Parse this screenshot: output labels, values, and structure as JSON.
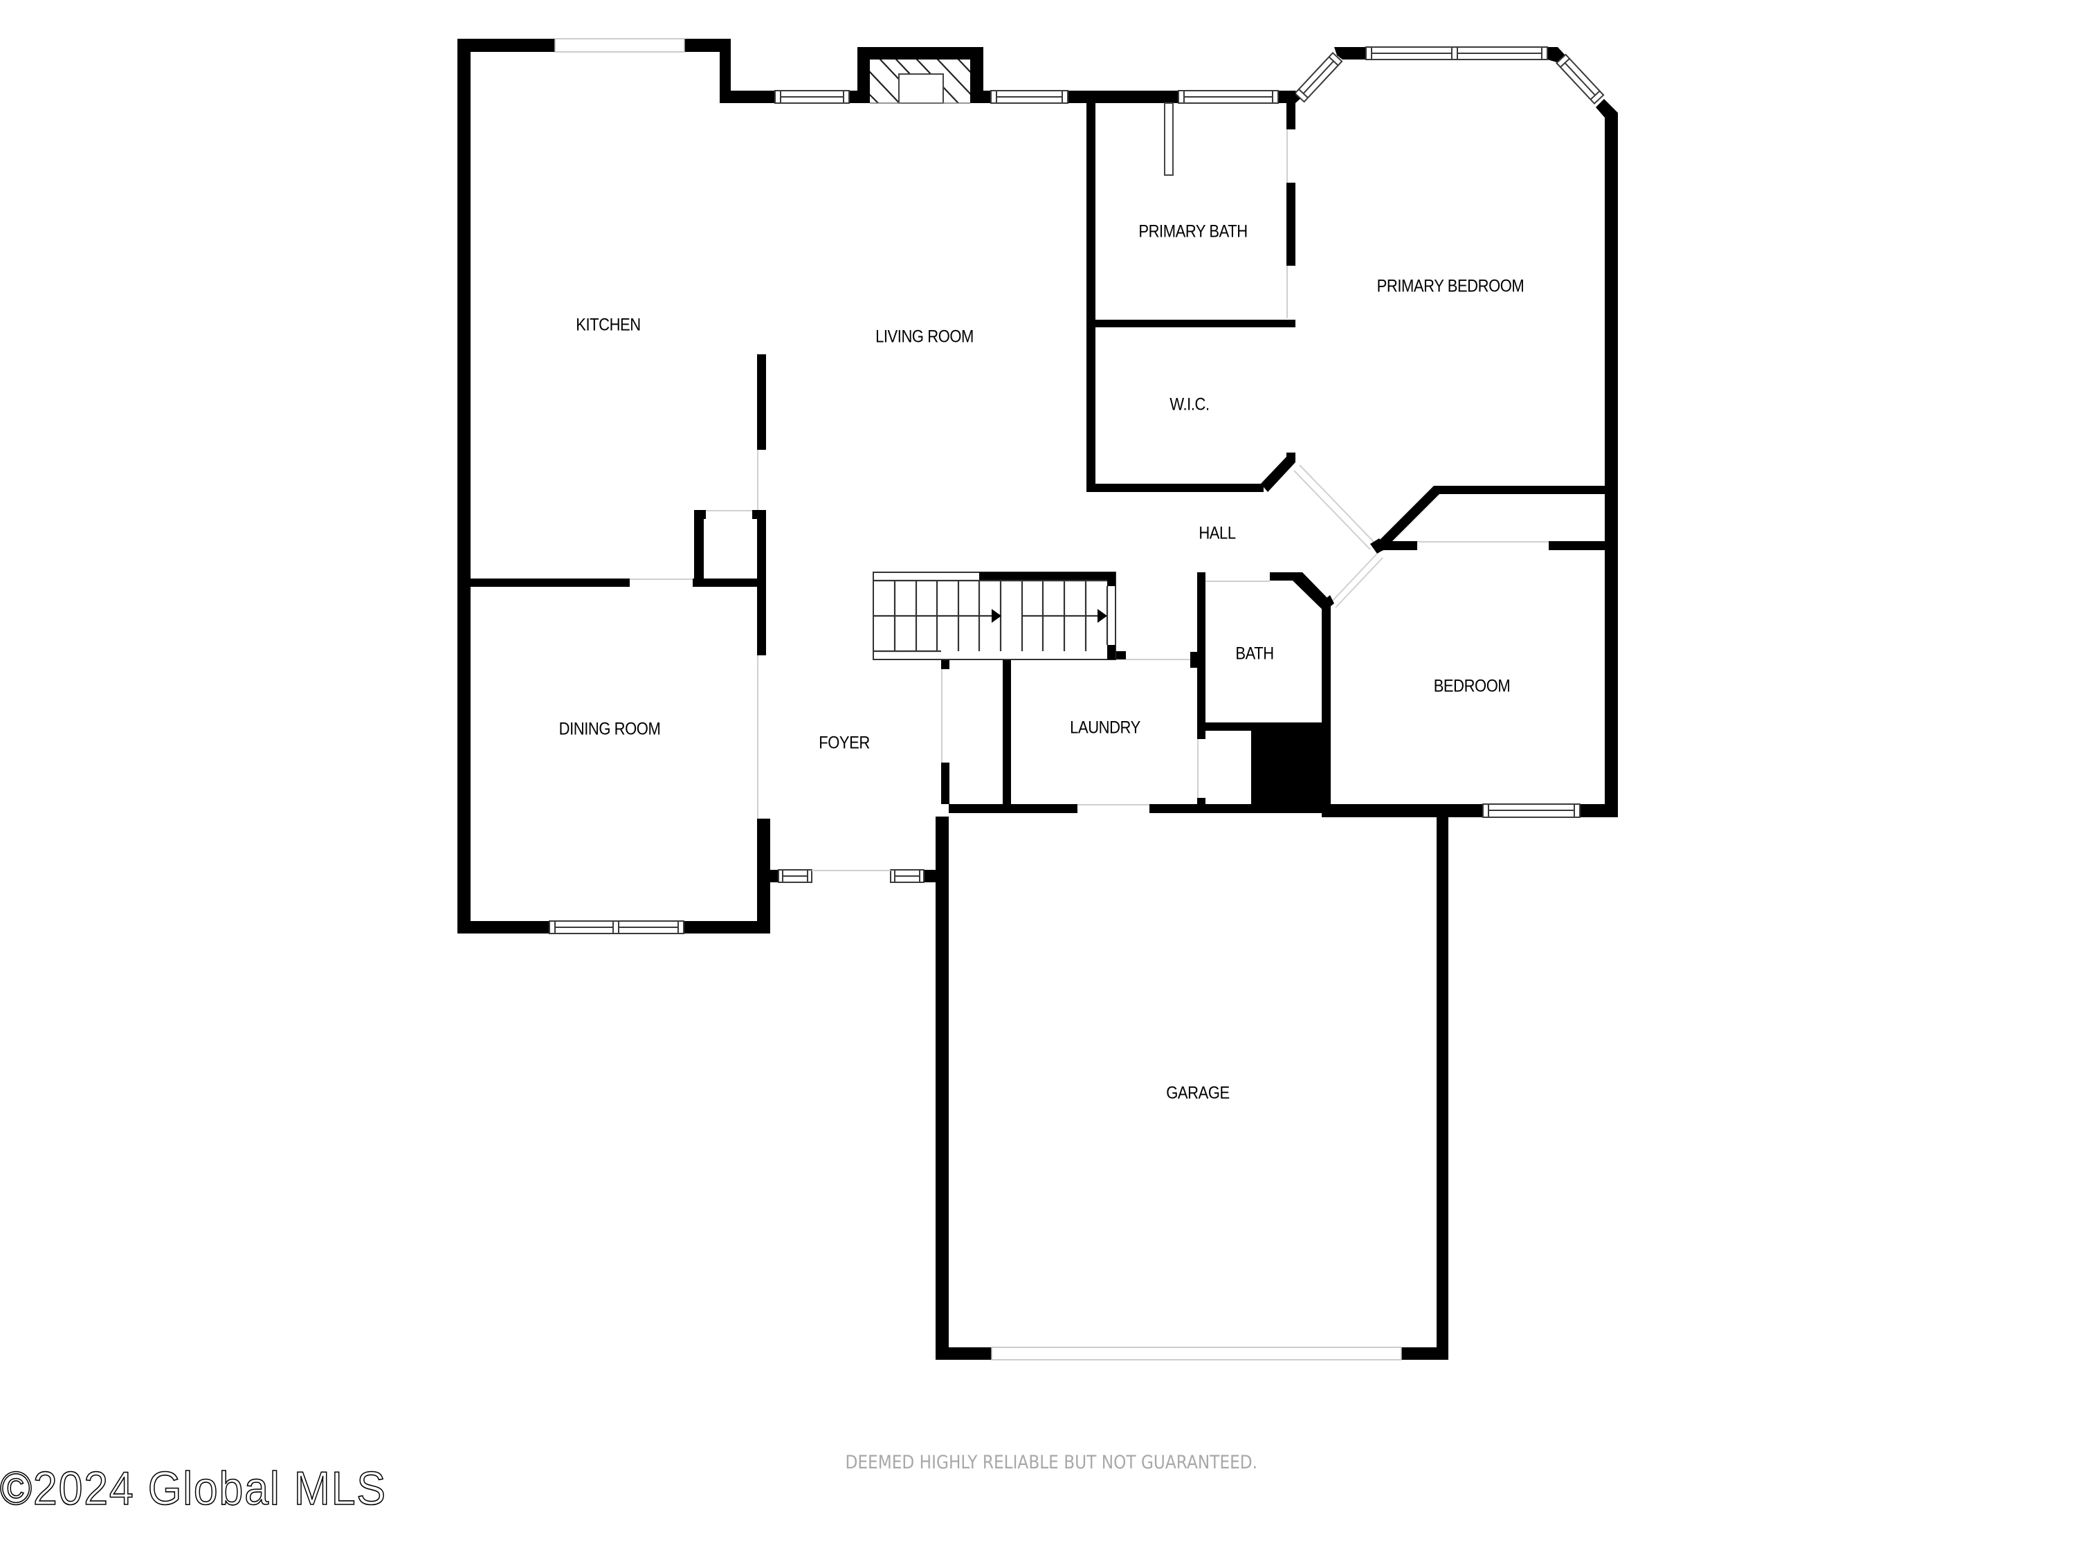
{
  "floor_plan": {
    "colors": {
      "wall": "#000000",
      "background": "#ffffff",
      "disclaimer": "#a8a8a8"
    },
    "rooms": [
      {
        "id": "kitchen",
        "label": "KITCHEN"
      },
      {
        "id": "living-room",
        "label": "LIVING ROOM"
      },
      {
        "id": "primary-bath",
        "label": "PRIMARY BATH"
      },
      {
        "id": "primary-bedroom",
        "label": "PRIMARY BEDROOM"
      },
      {
        "id": "wic",
        "label": "W.I.C."
      },
      {
        "id": "hall",
        "label": "HALL"
      },
      {
        "id": "bath",
        "label": "BATH"
      },
      {
        "id": "bedroom",
        "label": "BEDROOM"
      },
      {
        "id": "dining-room",
        "label": "DINING ROOM"
      },
      {
        "id": "foyer",
        "label": "FOYER"
      },
      {
        "id": "laundry",
        "label": "LAUNDRY"
      },
      {
        "id": "garage",
        "label": "GARAGE"
      }
    ],
    "features": {
      "fireplace": "fireplace-icon",
      "stairs": "stairs-icon",
      "stair_direction": "arrow-right-icon"
    }
  },
  "footer": {
    "disclaimer": "DEEMED HIGHLY RELIABLE BUT NOT GUARANTEED.",
    "watermark": "©2024 Global MLS"
  }
}
